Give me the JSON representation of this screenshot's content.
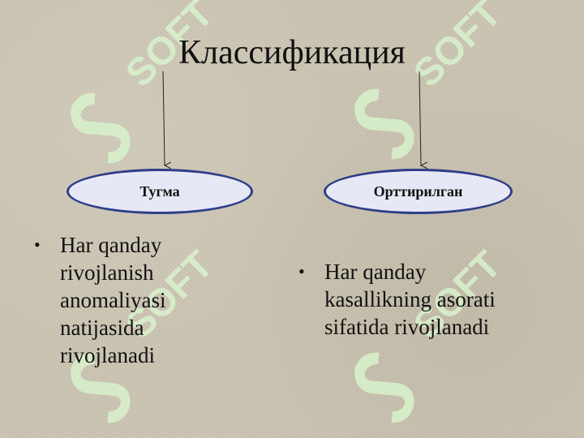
{
  "title": "Классификация",
  "nodes": {
    "left": "Тугма",
    "right": "Орттирилган"
  },
  "bullets": {
    "left": "Har qanday\nrivojlanish\nanomaliyasi\nnatijasida\nrivojlanadi",
    "right": "Har qanday\nkasallikning asorati\nsifatida rivojlanadi"
  },
  "bullet_glyph": "•",
  "watermark": "SOFT",
  "colors": {
    "background": "#cbc4b2",
    "oval_fill": "#e7e8f6",
    "oval_border": "#2f3e88",
    "watermark": "#d6f2c8"
  }
}
